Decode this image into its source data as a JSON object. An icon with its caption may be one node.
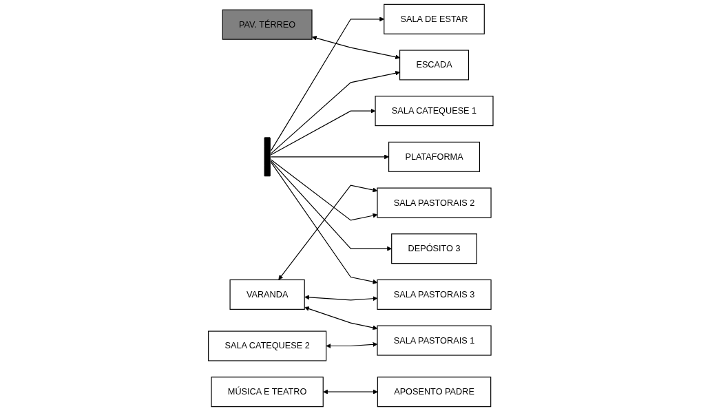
{
  "diagram": {
    "nodes": [
      {
        "text": [
          "SALA PASTORAIS 3"
        ]
      },
      {
        "text": [
          "DEPÓSITO 3"
        ]
      },
      {
        "text": [
          "PLATAFORMA"
        ]
      },
      {
        "text": [
          "PAV. TÉRREO"
        ]
      },
      {
        "text": [
          "ESCADA"
        ]
      },
      {
        "text": [
          "VARANDA"
        ]
      },
      {
        "text": [
          "SALA CATEQUESE 1"
        ]
      },
      {
        "text": [
          "SALA PASTORAIS 2"
        ]
      },
      {
        "text": [
          "SALA CATEQUESE 2"
        ]
      },
      {
        "text": [
          "SALA PASTORAIS 1"
        ]
      },
      {
        "text": [
          "MÚSICA E TEATRO"
        ]
      },
      {
        "text": [
          "APOSENTO PADRE"
        ]
      },
      {
        "text": [
          "SALA DE ESTAR"
        ]
      },
      {
        "text": [],
        "shape": "bar"
      }
    ],
    "edges": [
      {
        "from": 13,
        "to": 0,
        "arrow": "to"
      },
      {
        "from": 13,
        "to": 1,
        "arrow": "to"
      },
      {
        "from": 13,
        "to": 2,
        "arrow": "to"
      },
      {
        "from": 3,
        "to": 4,
        "arrow": "both"
      },
      {
        "from": 13,
        "to": 4,
        "arrow": "to"
      },
      {
        "from": 5,
        "to": 0,
        "arrow": "both"
      },
      {
        "from": 5,
        "to": 7,
        "arrow": "both"
      },
      {
        "from": 5,
        "to": 9,
        "arrow": "both"
      },
      {
        "from": 13,
        "to": 6,
        "arrow": "to"
      },
      {
        "from": 13,
        "to": 7,
        "arrow": "to"
      },
      {
        "from": 8,
        "to": 9,
        "arrow": "both"
      },
      {
        "from": 10,
        "to": 11,
        "arrow": "both"
      },
      {
        "from": 13,
        "to": 12,
        "arrow": "to"
      }
    ]
  }
}
